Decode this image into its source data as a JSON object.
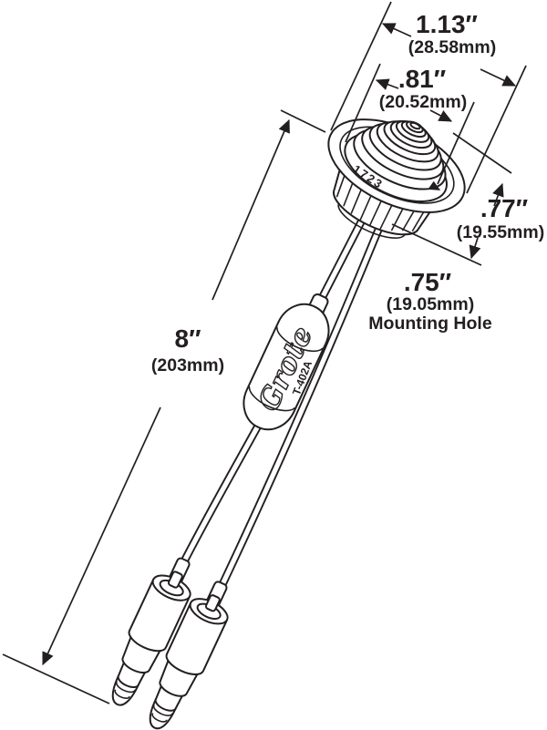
{
  "drawing": {
    "kind": "technical-line-drawing",
    "background": "#ffffff",
    "ink": "#231f20"
  },
  "dims": {
    "width": {
      "in": "1.13″",
      "mm": "(28.58mm)"
    },
    "lens": {
      "in": ".81″",
      "mm": "(20.52mm)"
    },
    "height": {
      "in": ".77″",
      "mm": "(19.55mm)"
    },
    "hole": {
      "in": ".75″",
      "mm": "(19.05mm)",
      "note": "Mounting Hole"
    },
    "length": {
      "in": "8″",
      "mm": "(203mm)"
    }
  },
  "markings": {
    "lens_stamp": "1723",
    "brand": "Grote",
    "model": "T-402A"
  }
}
